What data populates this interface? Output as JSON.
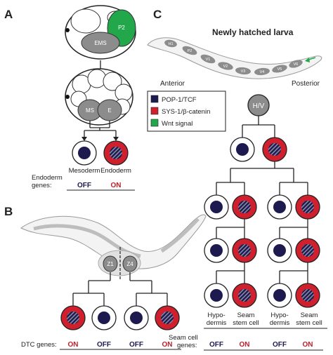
{
  "panels": {
    "a": {
      "letter": "A"
    },
    "b": {
      "letter": "B"
    },
    "c": {
      "letter": "C",
      "title": "Newly hatched larva"
    }
  },
  "panel_a": {
    "p2": "P2",
    "ems": "EMS",
    "ms": "MS",
    "e": "E",
    "fate_left": "Mesoderm",
    "fate_right": "Endoderm",
    "genes_label_1": "Endoderm",
    "genes_label_2": "genes:",
    "state_left": "OFF",
    "state_right": "ON"
  },
  "panel_b": {
    "z1": "Z1",
    "z4": "Z4",
    "genes_label": "DTC genes:",
    "states": [
      "ON",
      "OFF",
      "OFF",
      "ON"
    ]
  },
  "panel_c": {
    "anterior": "Anterior",
    "posterior": "Posterior",
    "seam_cells": [
      "H1",
      "P2",
      "V1",
      "V2",
      "V3",
      "V4",
      "V5",
      "V6"
    ],
    "hv": "H/V",
    "fate_hypo_1": "Hypo-",
    "fate_hypo_2": "dermis",
    "fate_seam_1": "Seam",
    "fate_seam_2": "stem cell",
    "genes_label_1": "Seam cell",
    "genes_label_2": "genes:",
    "states": [
      "OFF",
      "ON",
      "OFF",
      "ON"
    ]
  },
  "legend": {
    "items": [
      {
        "label": "POP-1/TCF",
        "color": "#1c1a4e"
      },
      {
        "label": "SYS-1/β-catenin",
        "color": "#d0202e"
      },
      {
        "label": "Wnt signal",
        "color": "#22a84a"
      }
    ]
  },
  "colors": {
    "pop1": "#1c1a4e",
    "sys1": "#d0202e",
    "wnt": "#22a84a",
    "grey_cell": "#8c8c8c",
    "on": "#c0202a",
    "off": "#1c1a4e"
  }
}
